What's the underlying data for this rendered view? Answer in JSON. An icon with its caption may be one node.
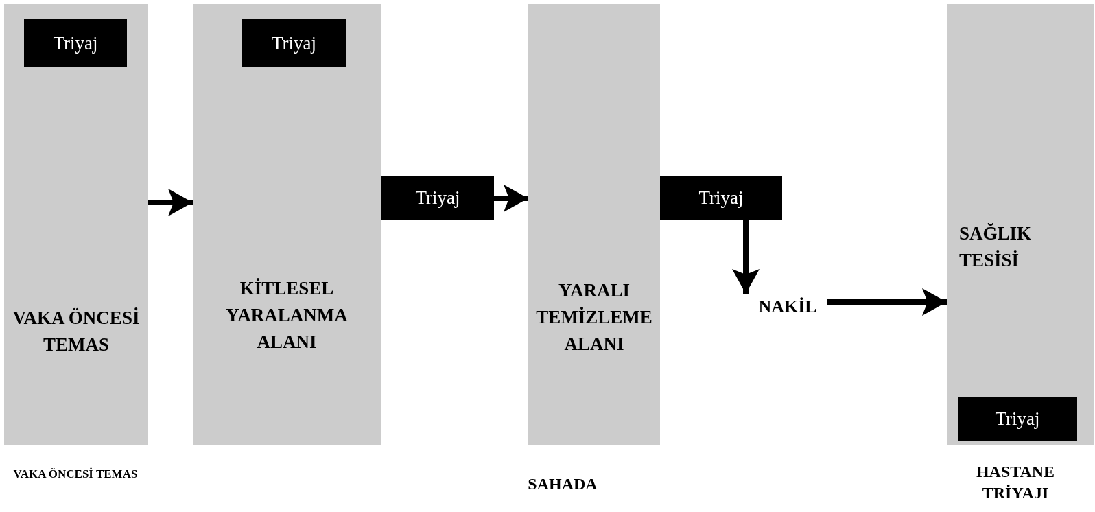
{
  "diagram": {
    "nodes": [
      {
        "text": [
          "VAKA ÖNCESİ TEMAS"
        ]
      },
      {
        "text": [
          "Triyaj"
        ],
        "in": 0
      },
      {
        "text": [
          "KİTLESEL YARALANMA ALANI"
        ]
      },
      {
        "text": [
          "Triyaj"
        ],
        "in": 2
      },
      {
        "text": [
          "Triyaj"
        ]
      },
      {
        "text": [
          "YARALI TEMİZLEME ALANI"
        ]
      },
      {
        "text": [
          "Triyaj"
        ]
      },
      {
        "text": [
          "NAKİL"
        ]
      },
      {
        "text": [
          "SAĞLIK TESİSİ"
        ]
      },
      {
        "text": [
          "Triyaj"
        ],
        "in": 8
      }
    ],
    "edges": [
      {
        "from": 0,
        "to": 2,
        "arrow": "to"
      },
      {
        "from": 4,
        "to": 5,
        "arrow": "to"
      },
      {
        "from": 6,
        "to": 7,
        "arrow": "to"
      },
      {
        "from": 7,
        "to": 8,
        "arrow": "to"
      }
    ],
    "labels": [
      "VAKA ÖNCESİ TEMAS",
      "SAHADA",
      "HASTANE TRİYAJI"
    ]
  }
}
